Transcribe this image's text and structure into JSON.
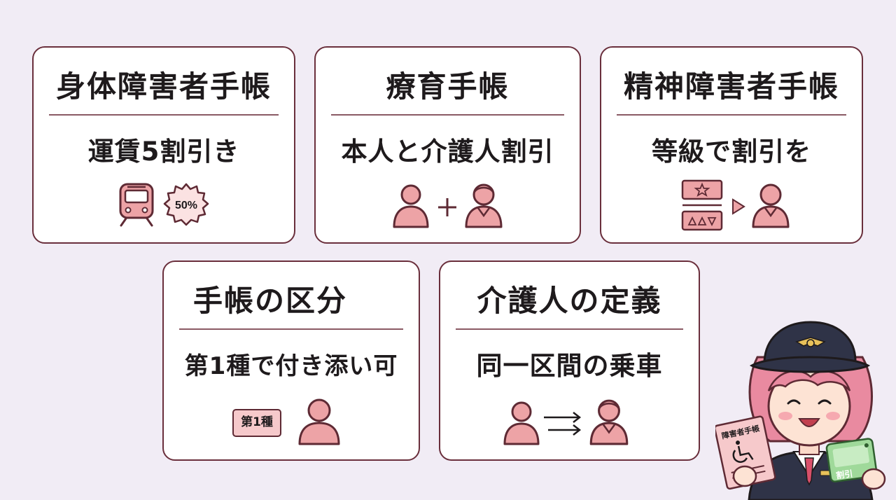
{
  "cards": [
    {
      "title": "身体障害者手帳",
      "subtitle": "運賃5割引き",
      "badge": "50%"
    },
    {
      "title": "療育手帳",
      "subtitle": "本人と介護人割引"
    },
    {
      "title": "精神障害者手帳",
      "subtitle": "等級で割引を"
    },
    {
      "title": "手帳の区分",
      "subtitle": "第1種で付き添い可",
      "tag": "第1種"
    },
    {
      "title": "介護人の定義",
      "subtitle": "同一区間の乗車"
    }
  ],
  "conductor": {
    "booklet_label": "障害者手帳",
    "card_label": "割引"
  },
  "colors": {
    "background": "#f1ecf5",
    "card_border": "#6a2f3c",
    "accent_pink": "#eda3a6",
    "icon_stroke": "#5e2a34",
    "card_green": "#9fd99a"
  },
  "icons": [
    "train-icon",
    "badge-50-percent-icon",
    "person-icon",
    "plus-icon",
    "grade-card-icon",
    "arrow-right-icon",
    "id-tag-icon",
    "double-arrow-icon",
    "wheelchair-icon"
  ]
}
